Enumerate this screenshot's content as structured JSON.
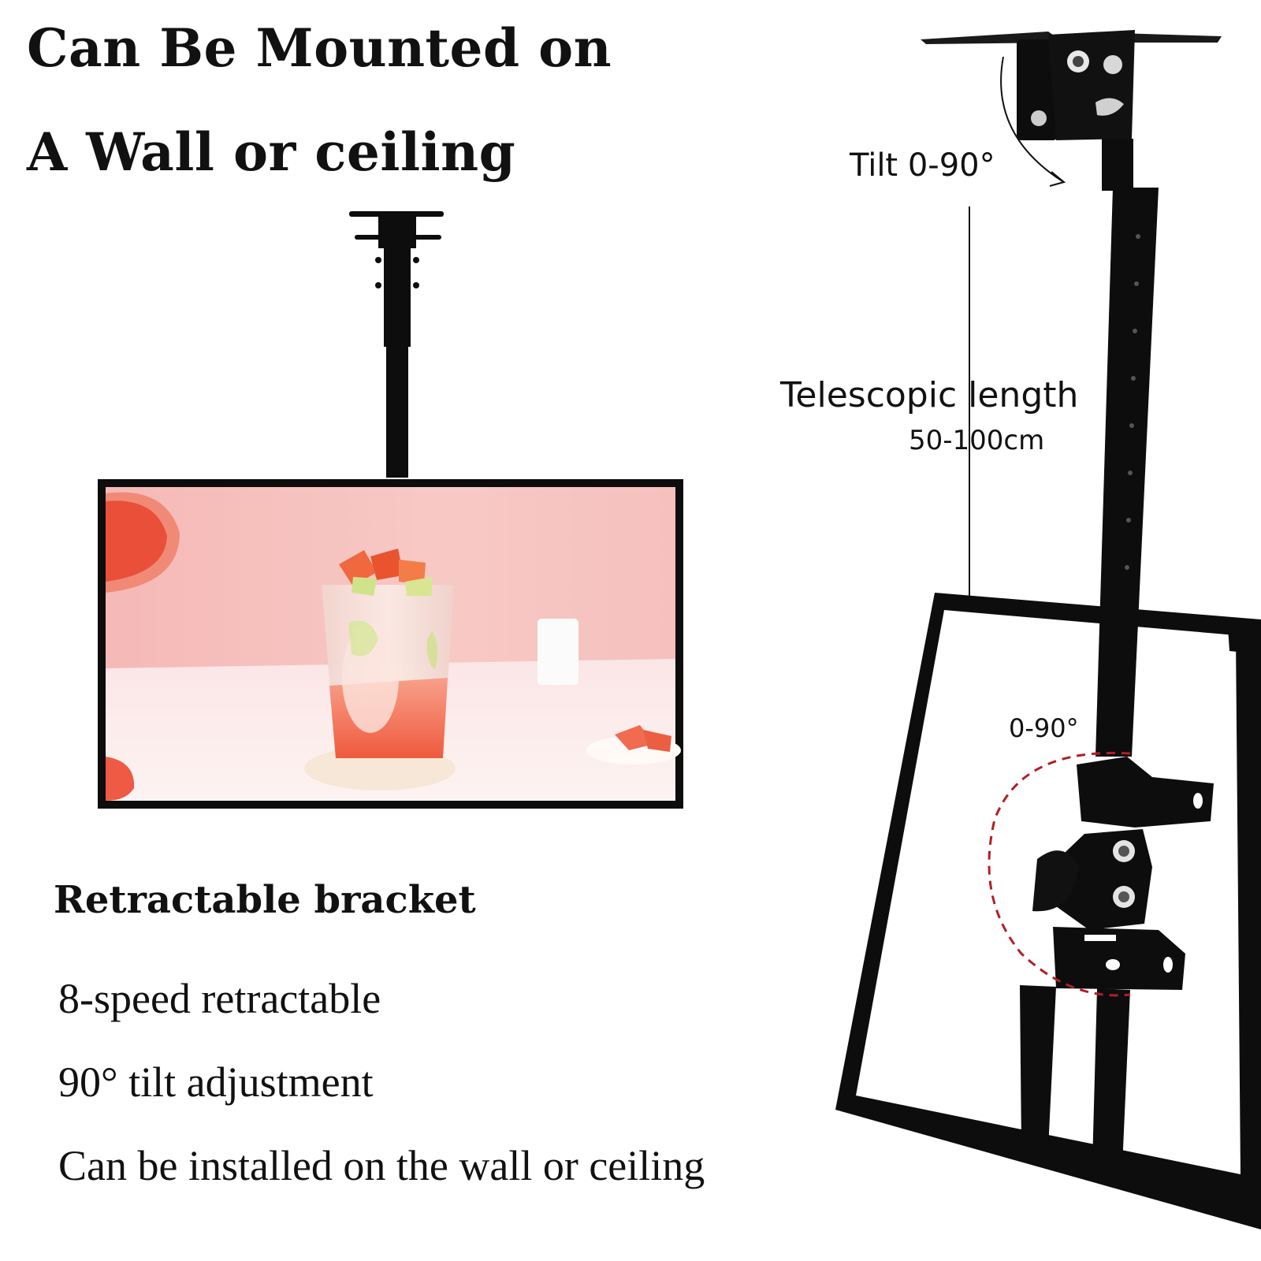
{
  "headline": {
    "line1": "Can Be Mounted on",
    "line2": "A Wall or ceiling"
  },
  "features": {
    "title": "Retractable bracket",
    "items": [
      "8-speed retractable",
      "90° tilt adjustment",
      "Can be installed on the wall or ceiling"
    ]
  },
  "callouts": {
    "tilt_top": "Tilt 0-90°",
    "telescopic_label": "Telescopic length",
    "telescopic_range": "50-100cm",
    "tilt_bottom": "0-90°"
  },
  "colors": {
    "text": "#111111",
    "mount_black": "#0d0d0d",
    "screen_pink": "#f6c6c4",
    "table_white": "#fbecec",
    "arc_red": "#b31e24"
  },
  "images": {
    "left": "ceiling-mounted-tv-photo",
    "right": "telescopic-mount-bracket-photo"
  }
}
